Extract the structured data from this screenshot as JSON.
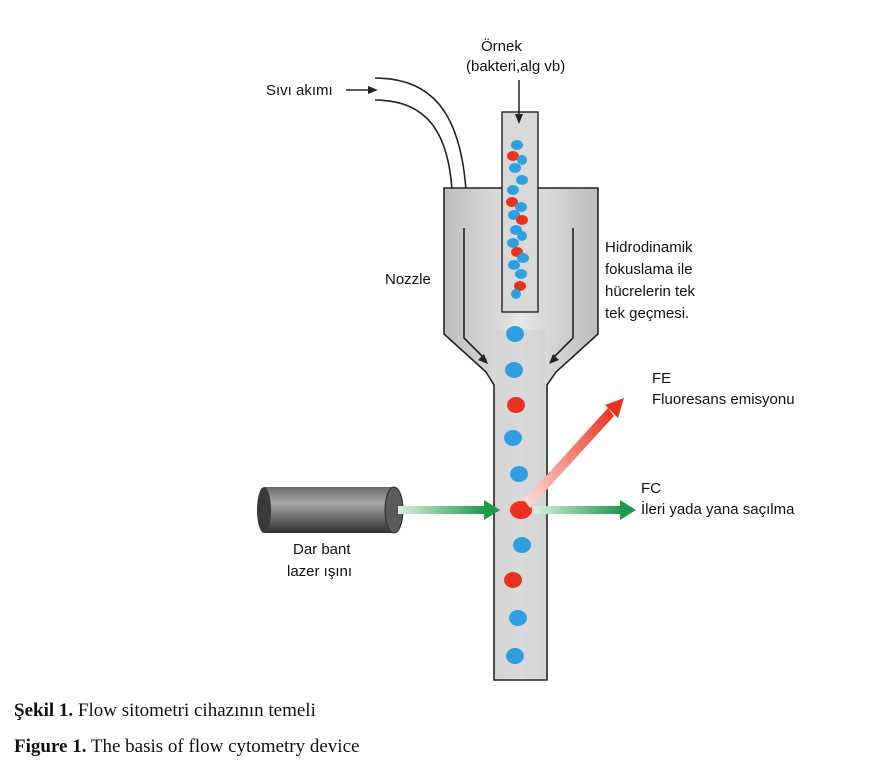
{
  "labels": {
    "sample_line1": "Örnek",
    "sample_line2": "(bakteri,alg vb)",
    "sheath_flow": "Sıvı akımı",
    "nozzle": "Nozzle",
    "hydro_line1": "Hidrodinamik",
    "hydro_line2": "fokuslama ile",
    "hydro_line3": "hücrelerin tek",
    "hydro_line4": "tek geçmesi.",
    "fe_title": "FE",
    "fe_desc": "Fluoresans emisyonu",
    "fc_title": "FC",
    "fc_desc": "İleri yada yana saçılma",
    "laser_line1": "Dar bant",
    "laser_line2": "lazer ışını"
  },
  "captions": {
    "tr_bold": "Şekil 1.",
    "tr_text": " Flow sitometri cihazının temeli",
    "en_bold": "Figure 1.",
    "en_text": " The basis of flow cytometry device"
  },
  "colors": {
    "cell_blue": "#2e9fe0",
    "cell_red": "#e8321e",
    "scatter_green": "#1e9a48",
    "fluorescence_red": "#e8321e",
    "tube_fill": "#d4d4d4"
  }
}
